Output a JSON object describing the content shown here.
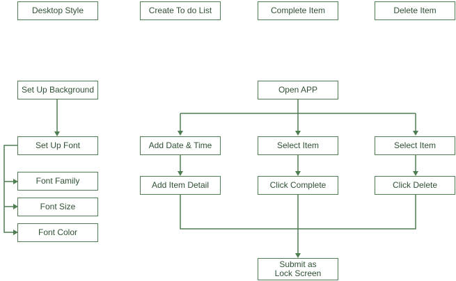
{
  "colors": {
    "stroke": "#4f7d52",
    "text": "#2f4f33",
    "background": "#ffffff"
  },
  "nodes": {
    "desktop_style": "Desktop Style",
    "create_todo_list": "Create To do List",
    "complete_item": "Complete Item",
    "delete_item": "Delete Item",
    "set_up_background": "Set Up Background",
    "set_up_font": "Set Up Font",
    "font_family": "Font Family",
    "font_size": "Font Size",
    "font_color": "Font Color",
    "open_app": "Open APP",
    "add_date_time": "Add Date & Time",
    "select_item_1": "Select Item",
    "select_item_2": "Select Item",
    "add_item_detail": "Add Item Detail",
    "click_complete": "Click Complete",
    "click_delete": "Click Delete",
    "submit_lock_screen": "Submit as Lock Screen"
  }
}
